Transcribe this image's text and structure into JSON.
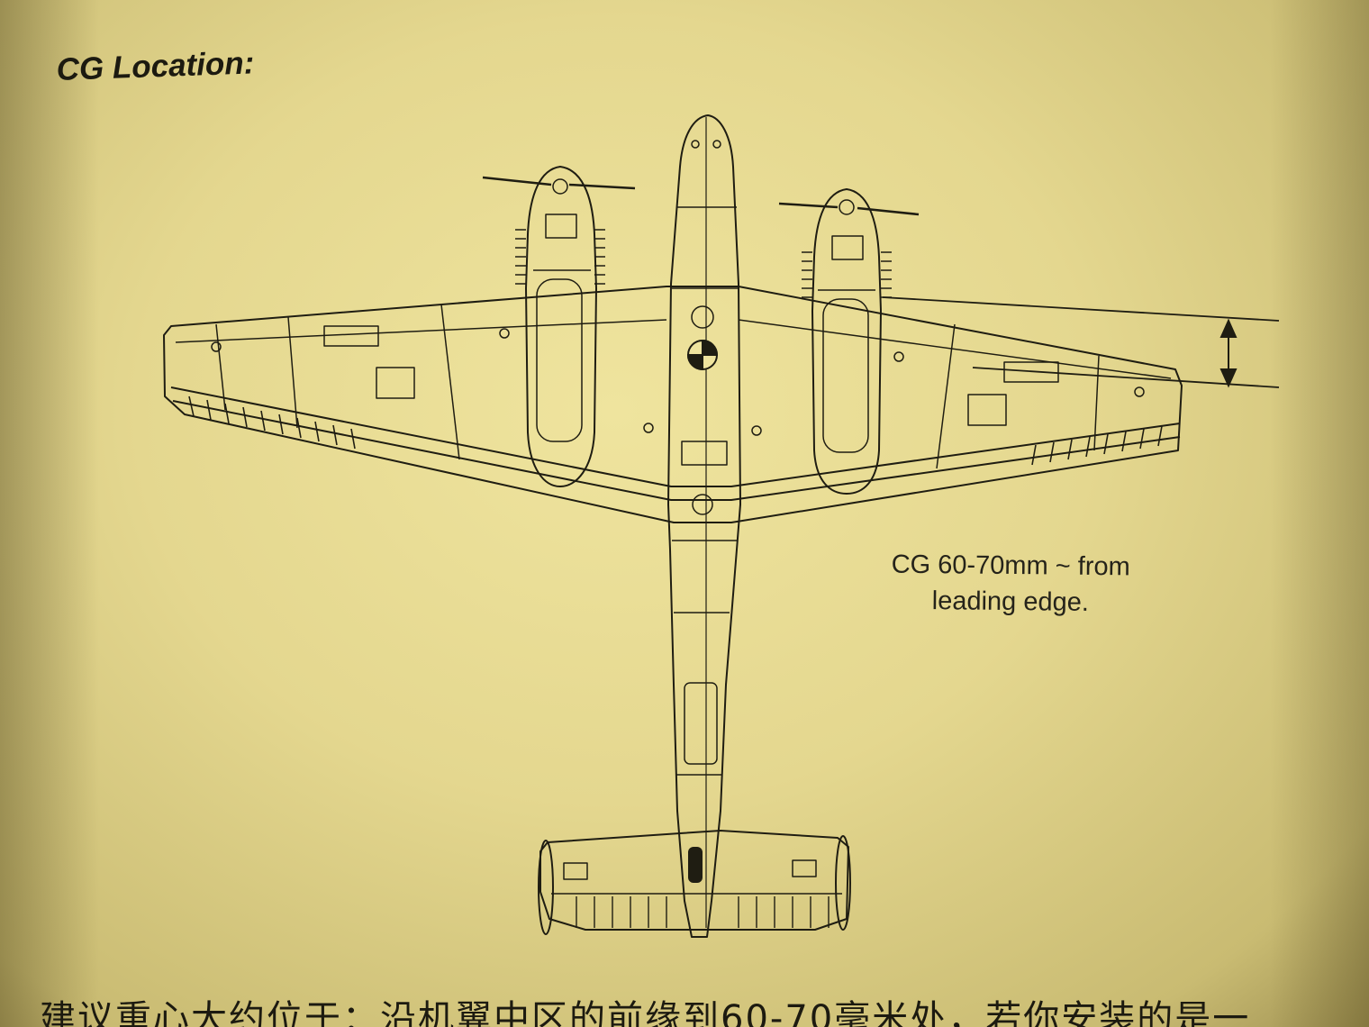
{
  "page": {
    "title": "CG Location:",
    "cg_note": {
      "line1": "CG 60-70mm ~ from",
      "line2": "leading edge."
    },
    "chinese_text": "建议重心大约位于：沿机翼中区的前缘到60-70毫米处，若你安装的是一"
  },
  "colors": {
    "paper": "#e3d68f",
    "ink": "#1c1a10"
  },
  "icons": {
    "cg_marker": "cg-symbol-icon",
    "dimension": "double-arrow-icon"
  }
}
